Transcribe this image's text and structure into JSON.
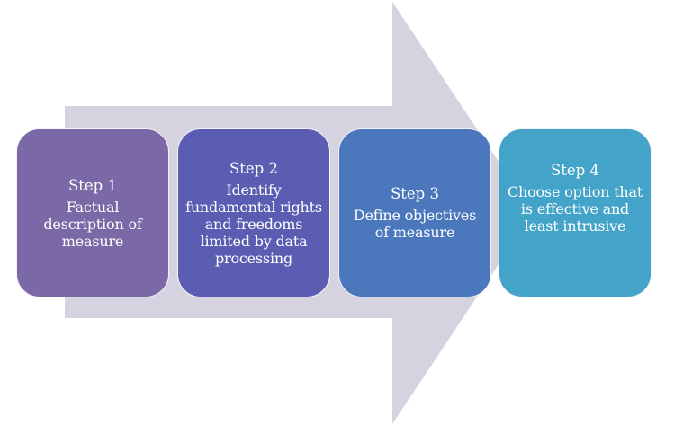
{
  "diagram": {
    "type": "process-arrow",
    "colors": {
      "arrow": "#d6d3e0",
      "background": "#ffffff",
      "card_border": "#f4f2f8",
      "text": "#ffffff"
    },
    "steps": [
      {
        "title": "Step 1",
        "description": "Factual description of measure",
        "color": "#7b68a6"
      },
      {
        "title": "Step 2",
        "description": "Identify fundamental rights and freedoms limited by data processing",
        "color": "#5b5db3"
      },
      {
        "title": "Step 3",
        "description": "Define objectives of measure",
        "color": "#4b77bd"
      },
      {
        "title": "Step 4",
        "description": "Choose option that is effective and least intrusive",
        "color": "#43a3c8"
      }
    ]
  }
}
